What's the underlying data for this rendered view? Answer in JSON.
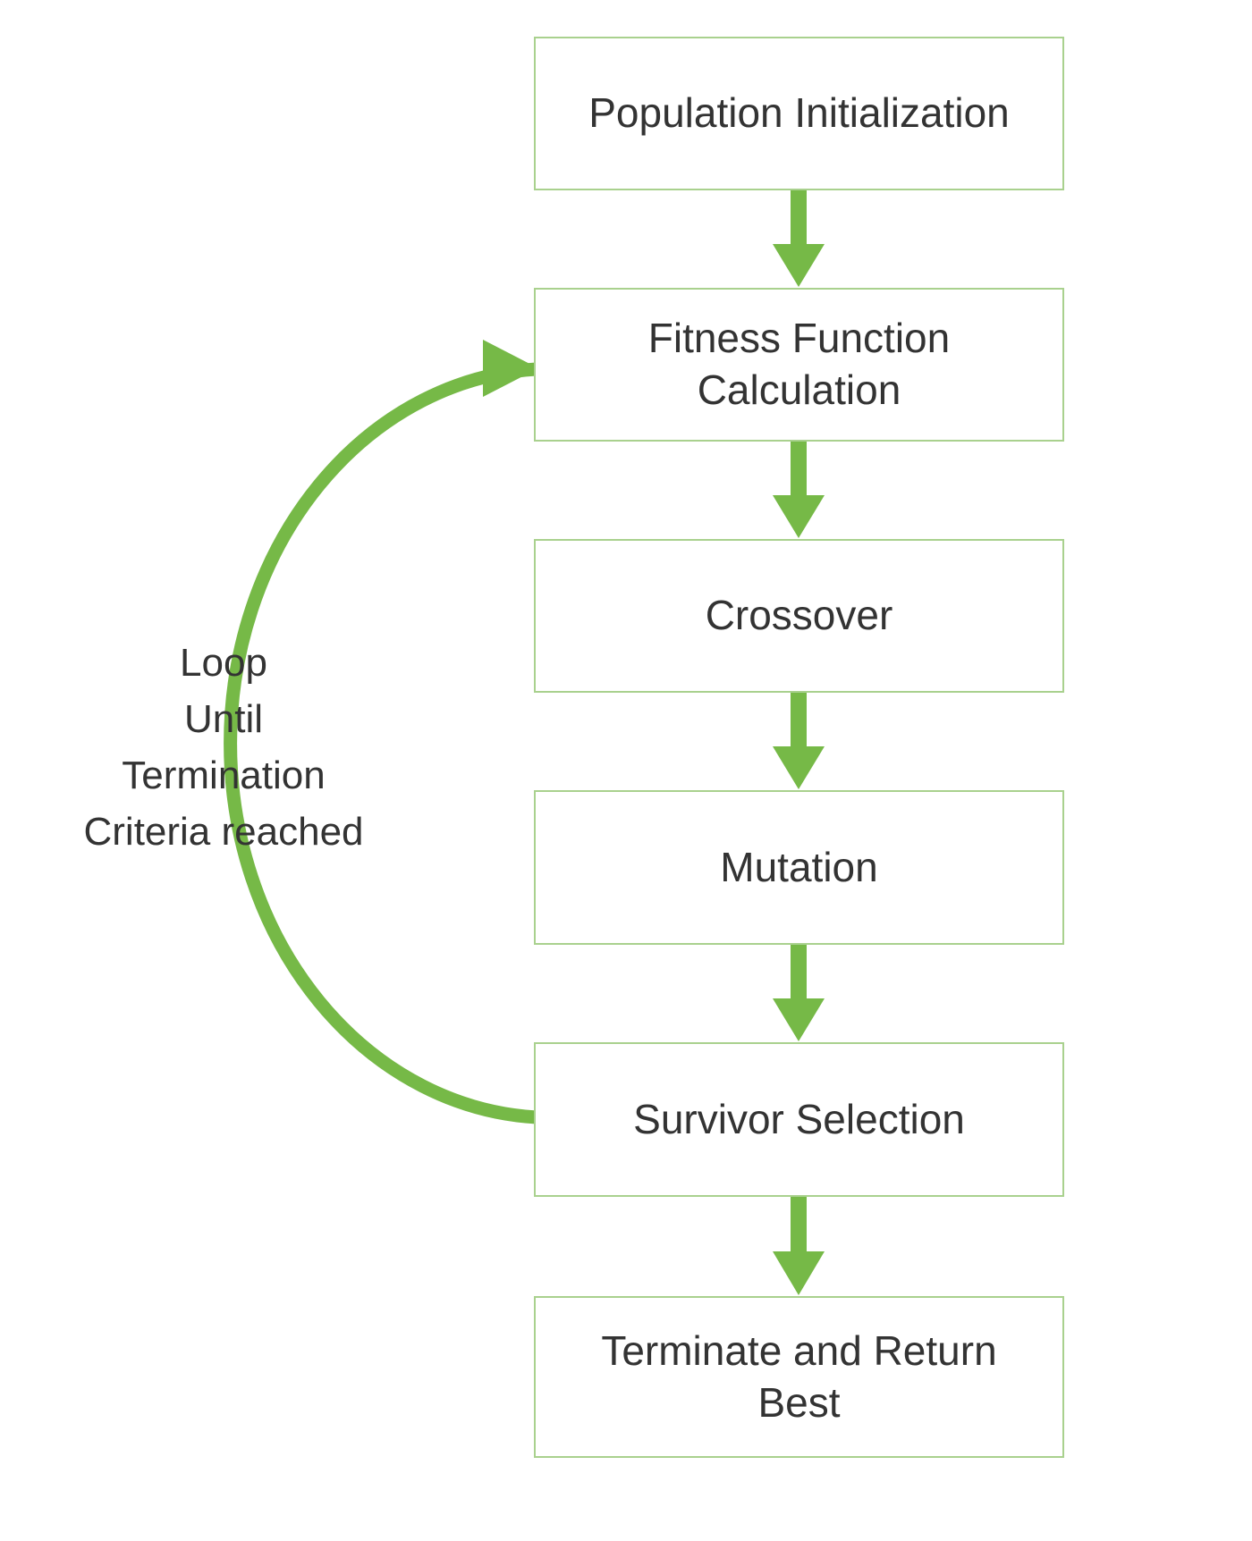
{
  "colors": {
    "box_border": "#a9d18e",
    "arrow_green": "#76b947",
    "text_color": "#333333",
    "background": "#ffffff"
  },
  "flowchart": {
    "nodes": [
      {
        "id": "population-initialization",
        "label": "Population Initialization"
      },
      {
        "id": "fitness-function-calculation",
        "label": "Fitness Function\nCalculation"
      },
      {
        "id": "crossover",
        "label": "Crossover"
      },
      {
        "id": "mutation",
        "label": "Mutation"
      },
      {
        "id": "survivor-selection",
        "label": "Survivor Selection"
      },
      {
        "id": "terminate-and-return-best",
        "label": "Terminate and Return\nBest"
      }
    ],
    "connections": [
      {
        "from": "population-initialization",
        "to": "fitness-function-calculation",
        "type": "arrow-down"
      },
      {
        "from": "fitness-function-calculation",
        "to": "crossover",
        "type": "arrow-down"
      },
      {
        "from": "crossover",
        "to": "mutation",
        "type": "arrow-down"
      },
      {
        "from": "mutation",
        "to": "survivor-selection",
        "type": "arrow-down"
      },
      {
        "from": "survivor-selection",
        "to": "terminate-and-return-best",
        "type": "arrow-down"
      },
      {
        "from": "survivor-selection",
        "to": "fitness-function-calculation",
        "type": "loop-arc-left"
      }
    ],
    "loop_annotation": "Loop\nUntil\nTermination\nCriteria reached"
  }
}
